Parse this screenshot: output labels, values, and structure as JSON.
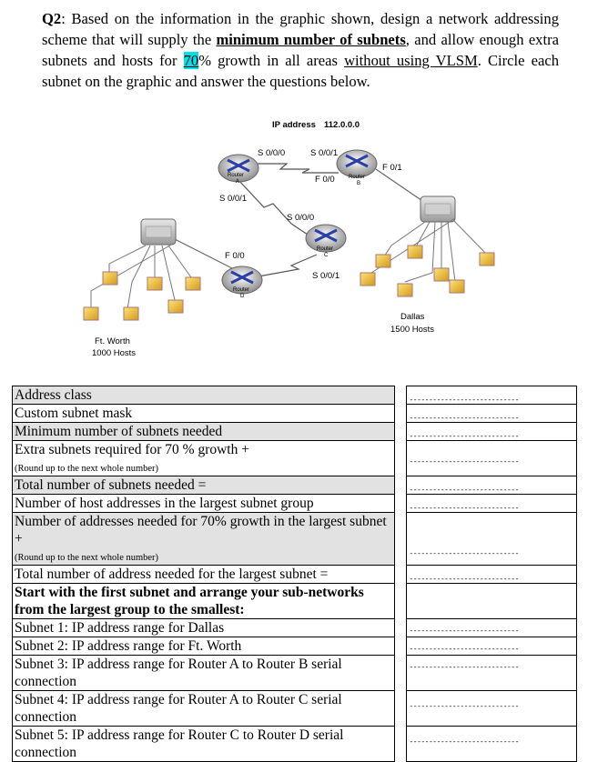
{
  "question": {
    "label": "Q2",
    "t1": ": Based on the information in the graphic shown, design a network addressing scheme that will supply the ",
    "bold_u": "minimum number of subnets",
    "t2": ", and allow enough extra subnets and hosts for ",
    "highlight": "70",
    "t3": "% growth in all areas ",
    "u2": "without using VLSM",
    "t4": ". Circle each subnet on the graphic and answer the questions below."
  },
  "diagram": {
    "ip_label": "IP address",
    "ip_value": "112.0.0.0",
    "router_a": [
      "Router",
      "A"
    ],
    "router_b": [
      "Router",
      "B"
    ],
    "router_c": [
      "Router",
      "C"
    ],
    "router_d": [
      "Router",
      "D"
    ],
    "if_a_s000": "S 0/0/0",
    "if_b_s001": "S 0/0/1",
    "if_b_f01": "F 0/1",
    "if_b_f00": "F 0/0",
    "if_a_s001": "S 0/0/1",
    "if_c_s000": "S 0/0/0",
    "if_d_f00": "F 0/0",
    "if_c_s001": "S 0/0/1",
    "ftworth_name": "Ft. Worth",
    "ftworth_hosts": "1000 Hosts",
    "dallas_name": "Dallas",
    "dallas_hosts": "1500 Hosts"
  },
  "table": {
    "dash": "----------------------------",
    "rows": [
      "Address class",
      "Custom subnet mask",
      "Minimum number of subnets needed",
      "Extra subnets required for 70 % growth  +",
      "(Round up to the next whole number)",
      "Total number of subnets needed =",
      "Number of host addresses in the largest subnet group",
      "Number of addresses needed for 70% growth in the largest subnet +",
      "(Round up to the next whole number)",
      "Total number of address needed for the largest subnet =",
      "Start with the first subnet and arrange your sub-networks from the largest group to the smallest:",
      "Subnet 1: IP address range for Dallas",
      "Subnet 2: IP address range for Ft. Worth",
      "Subnet 3: IP address range for Router A to Router B serial connection",
      "Subnet 4: IP address range for Router A to Router C serial connection",
      "Subnet 5: IP address range for Router C to Router D serial connection"
    ]
  }
}
